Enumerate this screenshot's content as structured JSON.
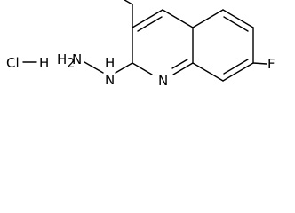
{
  "molecule": {
    "salt": {
      "chlorine": "Cl",
      "hydrogen": "H"
    },
    "hydrazine": {
      "terminal_group": "H2N",
      "linking_nh": "H",
      "linking_n": "N"
    },
    "ring_nitrogen": "N",
    "fluorine": "F"
  }
}
